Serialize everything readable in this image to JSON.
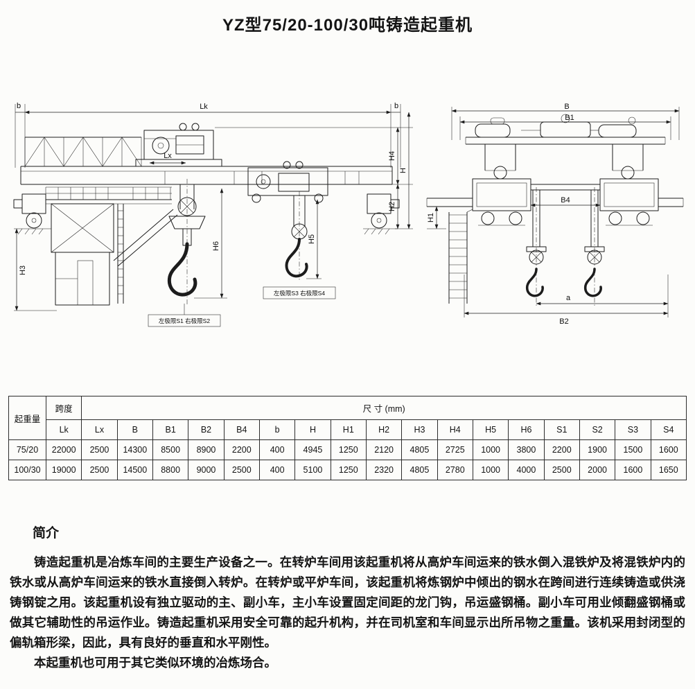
{
  "page": {
    "title": "YZ型75/20-100/30吨铸造起重机"
  },
  "front_view": {
    "dim_lk": "Lk",
    "dim_b_left": "b",
    "dim_b_right": "b",
    "dim_lx": "Lx",
    "dim_h": "H",
    "dim_h2": "H2",
    "dim_h3": "H3",
    "dim_h4": "H4",
    "dim_h5": "H5",
    "dim_h6": "H6",
    "limit_main_hook": "左极限S1 右极限S2",
    "limit_aux_hook": "左极限S3 右极限S4"
  },
  "side_view": {
    "dim_b": "B",
    "dim_b1": "B1",
    "dim_b2": "B2",
    "dim_b4": "B4",
    "dim_a": "a",
    "dim_h1": "H1"
  },
  "table": {
    "capacity_header": "起重量",
    "span_header": "跨度",
    "span_sub_header": "Lk",
    "size_header": "尺 寸 (mm)",
    "sub_headers": [
      "Lx",
      "B",
      "B1",
      "B2",
      "B4",
      "b",
      "H",
      "H1",
      "H2",
      "H3",
      "H4",
      "H5",
      "H6",
      "S1",
      "S2",
      "S3",
      "S4"
    ],
    "rows": [
      {
        "capacity": "75/20",
        "values": [
          "22000",
          "2500",
          "14300",
          "8500",
          "8900",
          "2200",
          "400",
          "4945",
          "1250",
          "2120",
          "4805",
          "2725",
          "1000",
          "3800",
          "2200",
          "1900",
          "1500",
          "1600"
        ]
      },
      {
        "capacity": "100/30",
        "values": [
          "19000",
          "2500",
          "14500",
          "8800",
          "9000",
          "2500",
          "400",
          "5100",
          "1250",
          "2320",
          "4805",
          "2780",
          "1000",
          "4000",
          "2500",
          "2000",
          "1600",
          "1650"
        ]
      }
    ]
  },
  "intro": {
    "heading": "简介",
    "p1": "铸造起重机是冶炼车间的主要生产设备之一。在转炉车间用该起重机将从高炉车间运来的铁水倒入混铁炉及将混铁炉内的铁水或从高炉车间运来的铁水直接倒入转炉。在转炉或平炉车间，该起重机将炼钢炉中倾出的钢水在跨间进行连续铸造或供浇铸钢锭之用。该起重机设有独立驱动的主、副小车，主小车设置固定间距的龙门钩，吊运盛钢桶。副小车可用业倾翻盛钢桶或做其它辅助性的吊运作业。铸造起重机采用安全可靠的起升机构，并在司机室和车间显示出所吊物之重量。该机采用封闭型的偏轨箱形梁，因此，具有良好的垂直和水平刚性。",
    "p2": "本起重机也可用于其它类似环境的冶炼场合。"
  }
}
